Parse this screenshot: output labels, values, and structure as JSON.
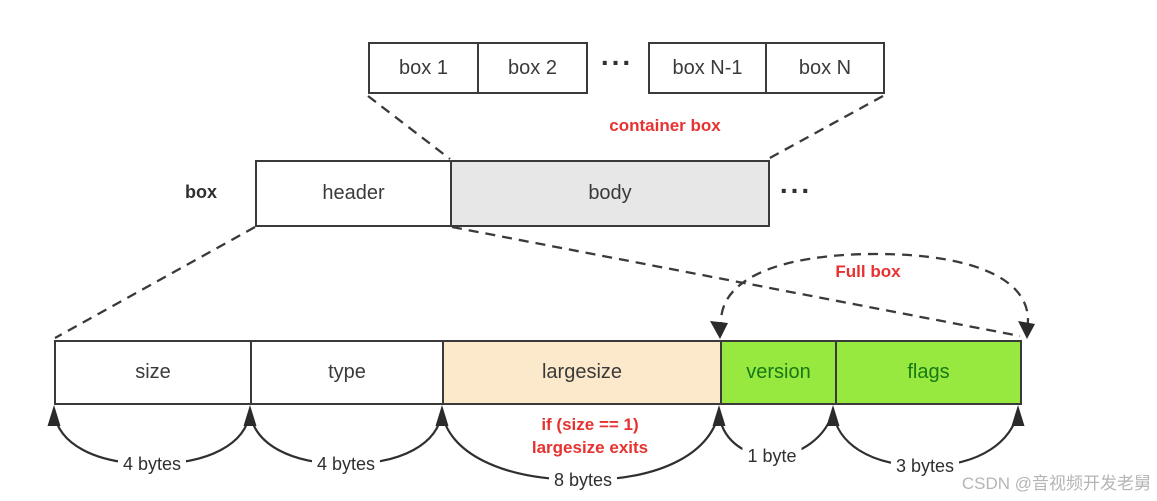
{
  "diagram": {
    "top_row": {
      "box1": "box 1",
      "box2": "box 2",
      "ellipsis": "...",
      "boxN1": "box N-1",
      "boxN": "box N",
      "caption": "container box"
    },
    "middle_row": {
      "row_label": "box",
      "header": "header",
      "body": "body",
      "ellipsis": "..."
    },
    "full_box": {
      "caption": "Full box"
    },
    "bottom_row": {
      "size": "size",
      "type": "type",
      "largesize": "largesize",
      "version": "version",
      "flags": "flags"
    },
    "condition": {
      "line1": "if (size == 1)",
      "line2": "largesize exits"
    },
    "byte_labels": {
      "size": "4 bytes",
      "type": "4 bytes",
      "largesize": "8 bytes",
      "version": "1 byte",
      "flags": "3 bytes"
    }
  },
  "watermark": "CSDN @音视频开发老舅",
  "colors": {
    "border": "#3a3a3a",
    "body_fill": "#e7e7e7",
    "largesize_fill": "#fce9cc",
    "version_flags_fill": "#97e83f",
    "version_flags_text": "#177817",
    "annotation_red": "#e63230",
    "watermark_gray": "#b5b5b5"
  }
}
